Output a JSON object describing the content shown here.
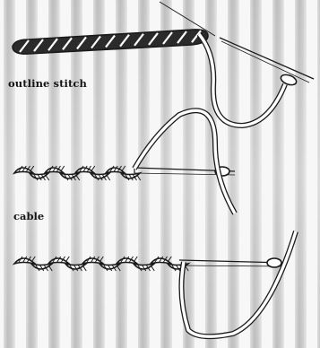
{
  "labels": {
    "outline": "outline stitch",
    "cable": "cable"
  },
  "colors": {
    "ink": "#1a1a1a",
    "paper": "#f7f7f7",
    "stripe_dark": "#9a9a9a",
    "stripe_light": "#d7d7d7",
    "thread_fill": "#ffffff"
  },
  "illustration": {
    "subject": "embroidery-stitch-diagrams",
    "rows": [
      "outline-stitch-row",
      "cable-stitch-row-upper",
      "cable-stitch-row-lower"
    ]
  }
}
